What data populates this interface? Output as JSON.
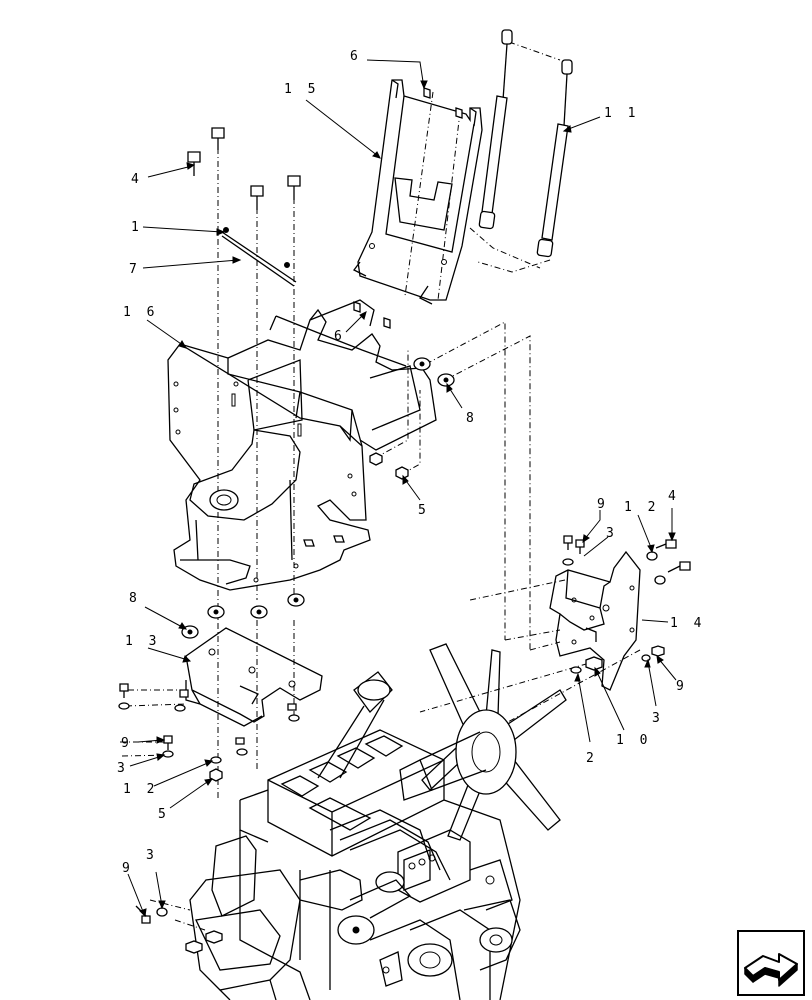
{
  "callouts": [
    {
      "label": "6"
    },
    {
      "label": "1 5"
    },
    {
      "label": "1 1"
    },
    {
      "label": "4"
    },
    {
      "label": "1"
    },
    {
      "label": "7"
    },
    {
      "label": "1 6"
    },
    {
      "label": "6"
    },
    {
      "label": "8"
    },
    {
      "label": "5"
    },
    {
      "label": "9"
    },
    {
      "label": "3"
    },
    {
      "label": "1 2"
    },
    {
      "label": "4"
    },
    {
      "label": "1 4"
    },
    {
      "label": "9"
    },
    {
      "label": "3"
    },
    {
      "label": "2"
    },
    {
      "label": "1 0"
    },
    {
      "label": "8"
    },
    {
      "label": "1 3"
    },
    {
      "label": "9"
    },
    {
      "label": "3"
    },
    {
      "label": "1 2"
    },
    {
      "label": "5"
    },
    {
      "label": "9"
    },
    {
      "label": "3"
    }
  ],
  "navigation": {
    "next_icon": "next-page-arrow-icon"
  }
}
